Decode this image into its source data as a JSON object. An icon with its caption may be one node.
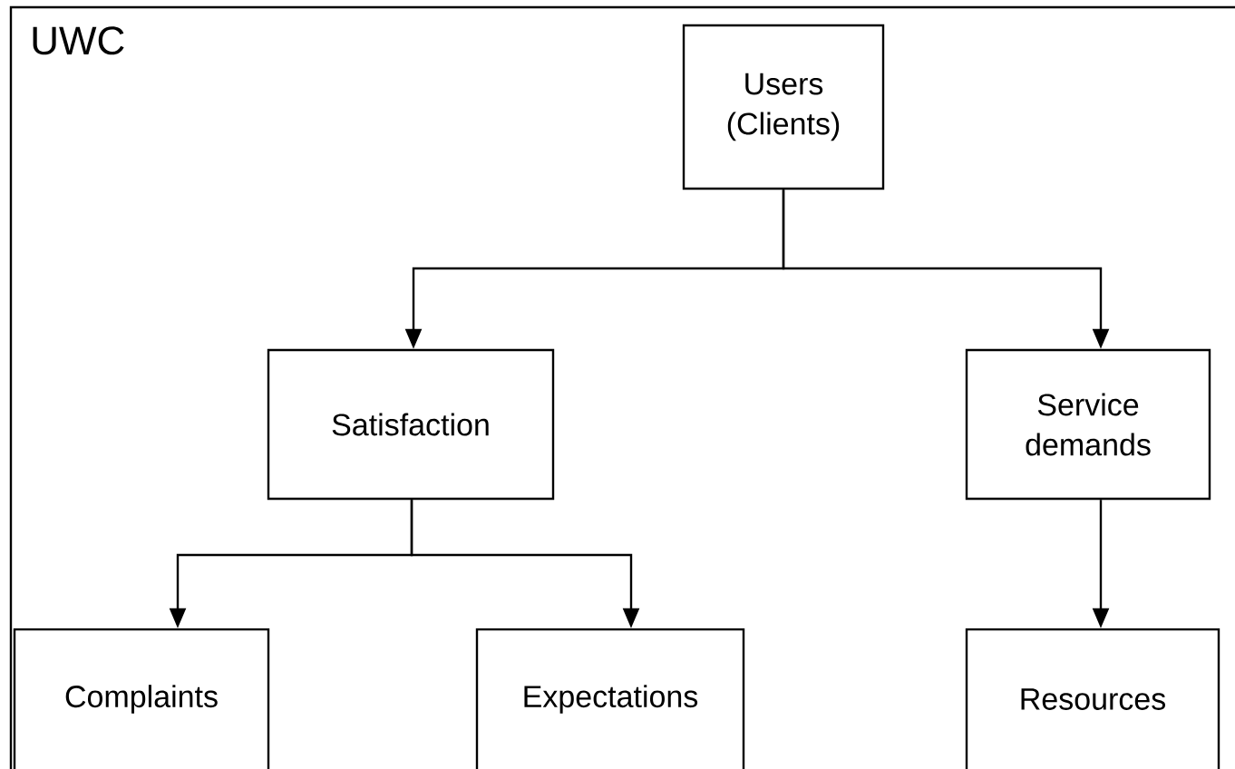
{
  "diagram": {
    "nodes": [
      {
        "text": [
          "UWC"
        ]
      },
      {
        "text": [
          "Users (Clients)"
        ],
        "in": 0
      },
      {
        "text": [
          "Satisfaction"
        ],
        "in": 0
      },
      {
        "text": [
          "Service demands"
        ],
        "in": 0
      },
      {
        "text": [
          "Complaints"
        ],
        "in": 0
      },
      {
        "text": [
          "Expectations"
        ],
        "in": 0
      },
      {
        "text": [
          "Resources"
        ],
        "in": 0
      }
    ],
    "edges": [
      {
        "from": 1,
        "to": 2,
        "arrow": "to"
      },
      {
        "from": 1,
        "to": 3,
        "arrow": "to"
      },
      {
        "from": 2,
        "to": 4,
        "arrow": "to"
      },
      {
        "from": 2,
        "to": 5,
        "arrow": "to"
      },
      {
        "from": 3,
        "to": 6,
        "arrow": "to"
      }
    ]
  }
}
